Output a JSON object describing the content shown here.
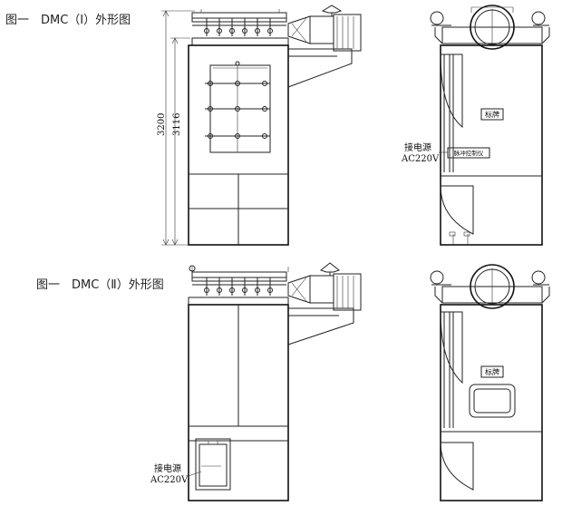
{
  "captions": {
    "figure_1": "图一　DMC（Ⅰ）外形图",
    "figure_2": "图一　DMC（Ⅱ）外形图"
  },
  "dimensions": {
    "overall_height": "3200",
    "body_height": "3116"
  },
  "labels": {
    "power_1": "接电源",
    "power_1_voltage": "AC220V",
    "pulse_controller": "脉冲控制仪",
    "nameplate_1": "标牌",
    "power_2": "接电源",
    "power_2_voltage": "AC220V",
    "nameplate_2": "标牌"
  }
}
